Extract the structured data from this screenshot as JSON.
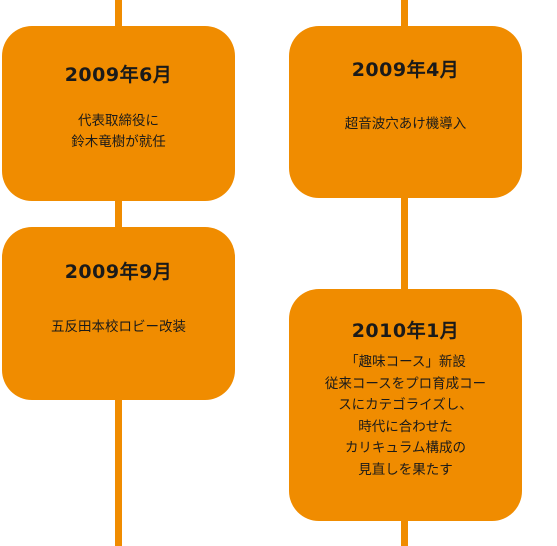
{
  "theme": {
    "accent": "#f08c00",
    "text": "#1a1a1a",
    "background": "#ffffff"
  },
  "events": [
    {
      "date": "2009年6月",
      "description": "代表取締役に\n鈴木竜樹が就任"
    },
    {
      "date": "2009年4月",
      "description": "超音波穴あけ機導入"
    },
    {
      "date": "2009年9月",
      "description": "五反田本校ロビー改装"
    },
    {
      "date": "2010年1月",
      "description": "「趣味コース」新設\n従来コースをプロ育成コー\nスにカテゴライズし、\n時代に合わせた\nカリキュラム構成の\n見直しを果たす"
    }
  ]
}
